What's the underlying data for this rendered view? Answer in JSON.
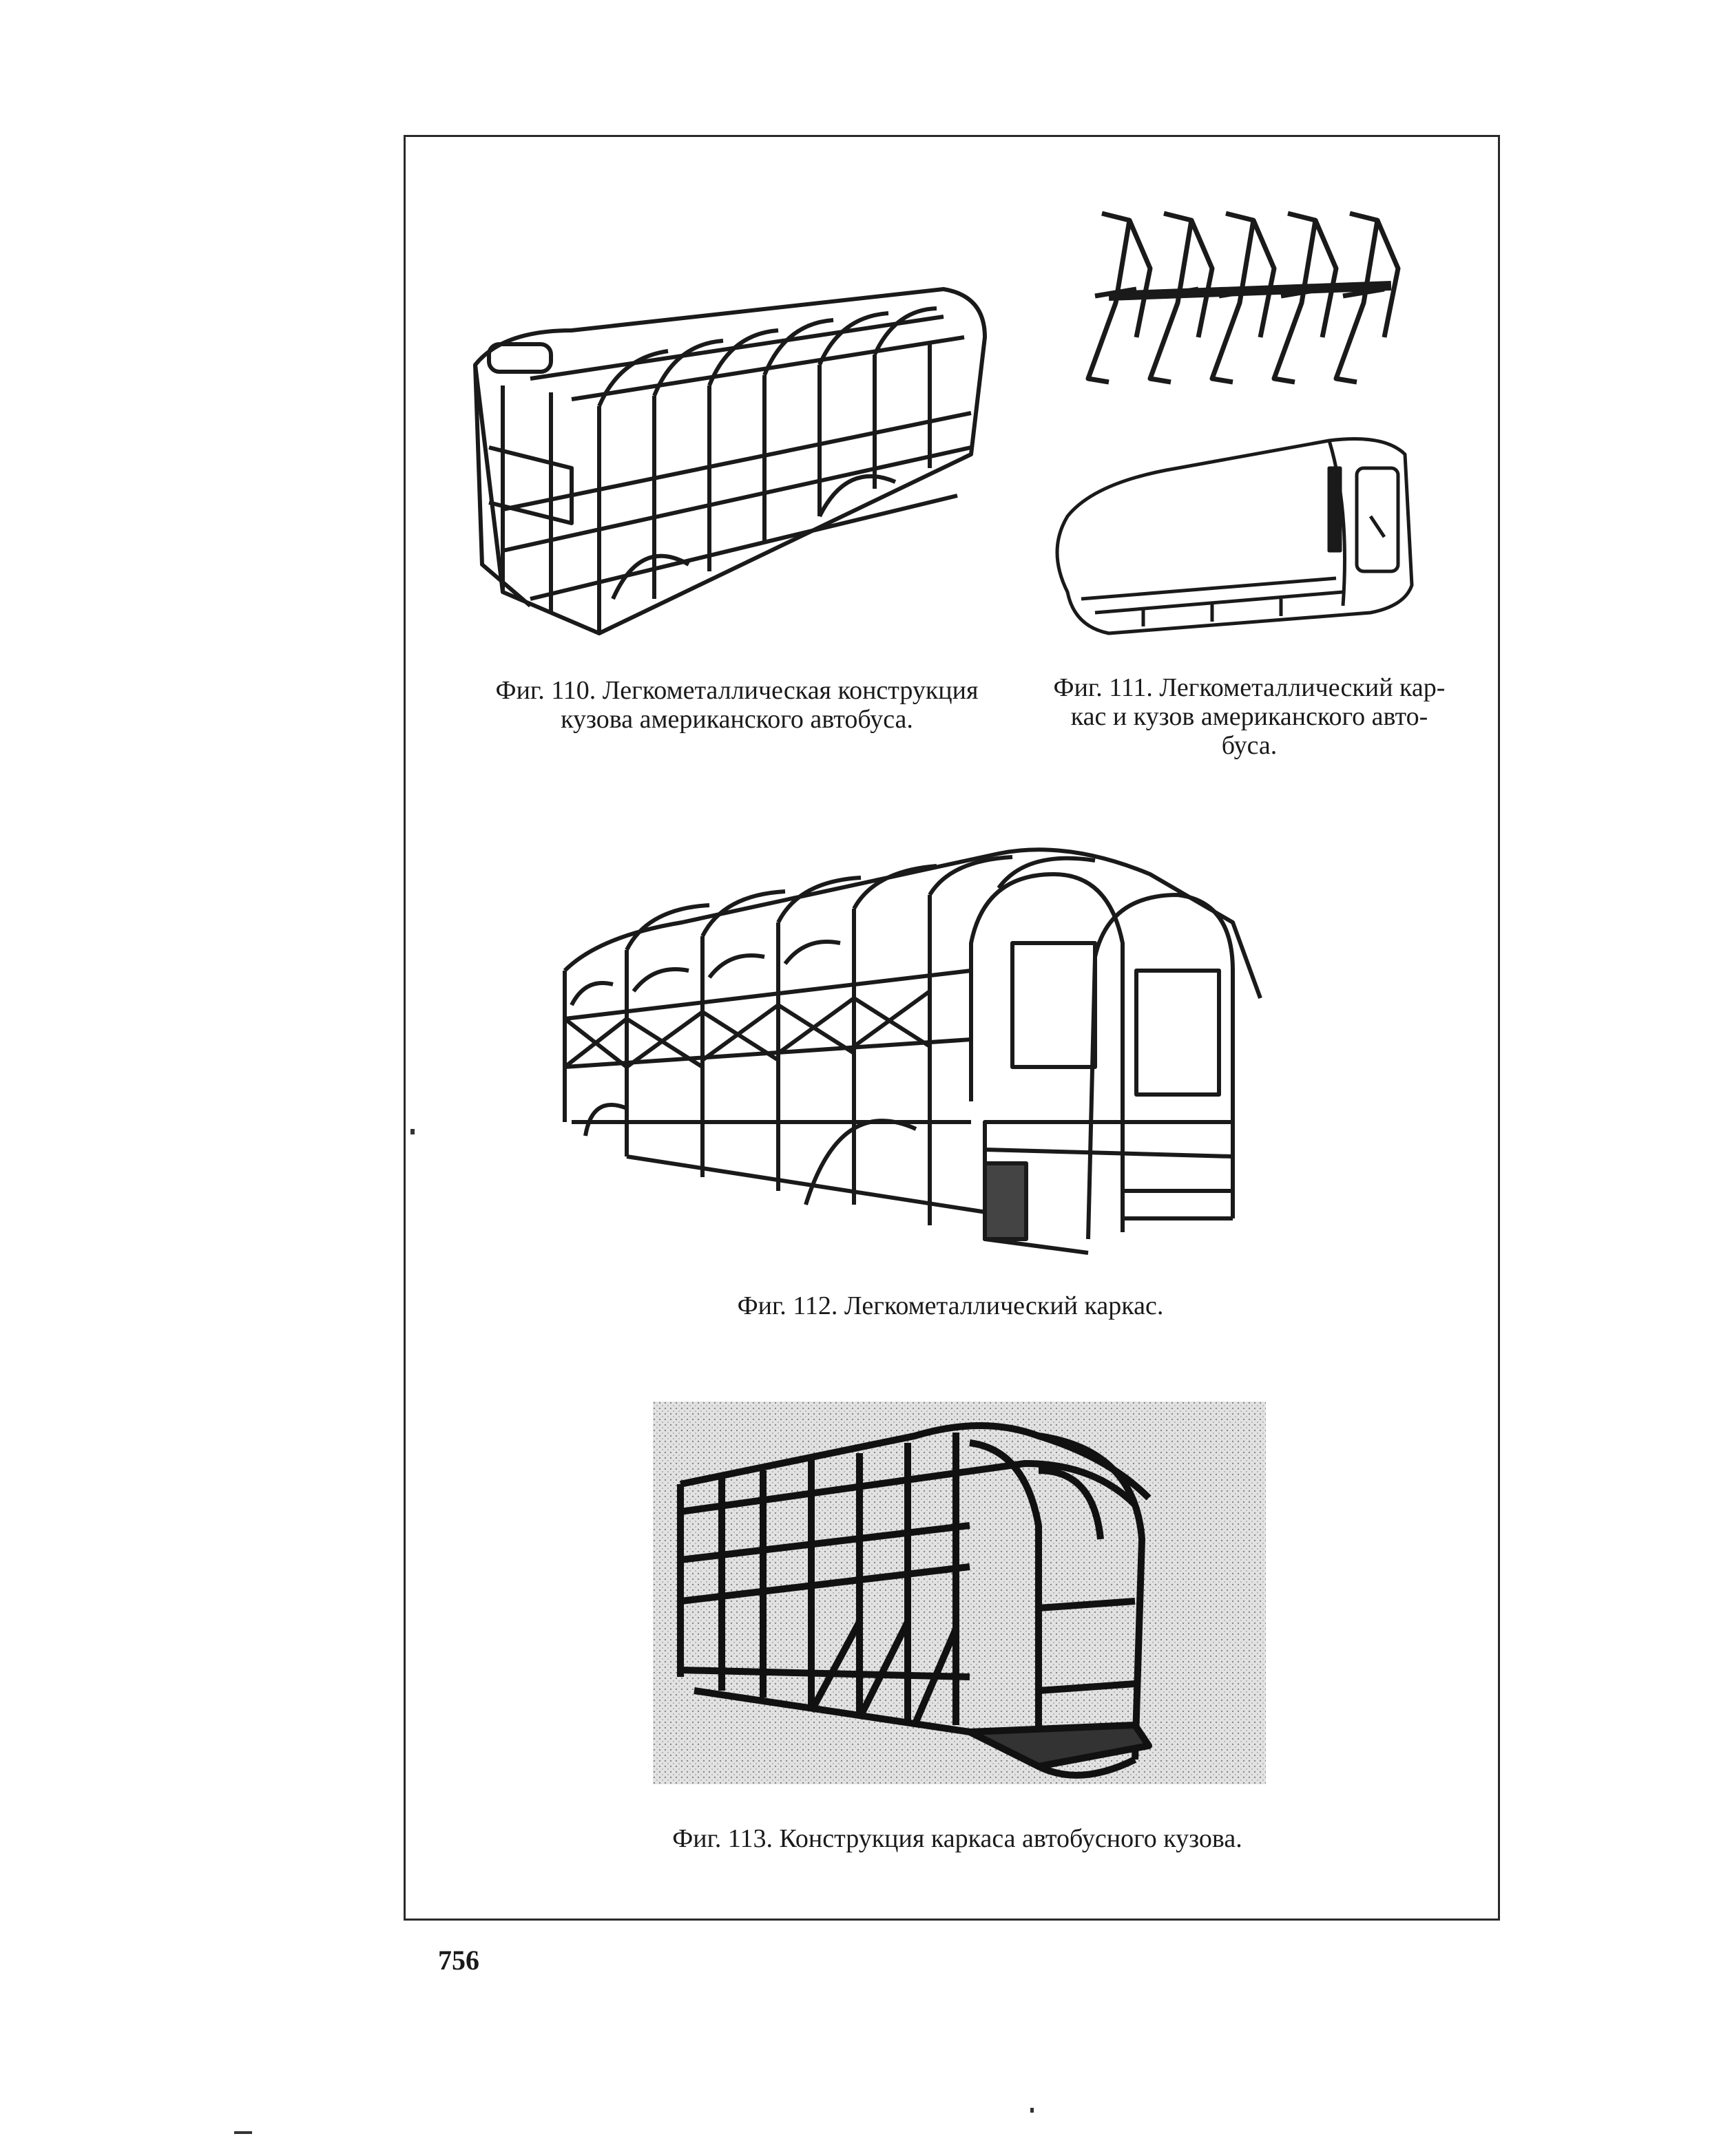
{
  "page_number": "756",
  "figures": [
    {
      "id": "fig110",
      "caption_lines": [
        "Фиг. 110. Легкометаллическая конструкция",
        "кузова американского автобуса."
      ]
    },
    {
      "id": "fig111",
      "caption_lines": [
        "Фиг. 111. Легкометаллический кар-",
        "кас и кузов американского авто-",
        "буса."
      ]
    },
    {
      "id": "fig112",
      "caption_lines": [
        "Фиг. 112. Легкометаллический каркас."
      ]
    },
    {
      "id": "fig113",
      "caption_lines": [
        "Фиг. 113. Конструкция каркаса автобусного кузова."
      ]
    }
  ]
}
